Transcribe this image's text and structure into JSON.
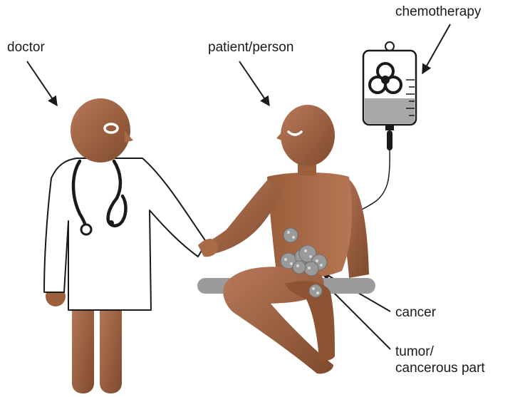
{
  "labels": {
    "doctor": "doctor",
    "patient": "patient/person",
    "chemo": "chemotherapy",
    "cancer": "cancer",
    "tumor_line1": "tumor/",
    "tumor_line2": "cancerous part"
  },
  "colors": {
    "skin": "#a0633f",
    "skin_light": "#b8795a",
    "coat": "#ffffff",
    "outline": "#1a1a1a",
    "bench": "#9b9b9b",
    "fluid": "#a8a8a8",
    "cell": "#9a9a9a"
  },
  "icons": {
    "biohazard": "biohazard-icon",
    "stethoscope": "stethoscope-icon"
  }
}
